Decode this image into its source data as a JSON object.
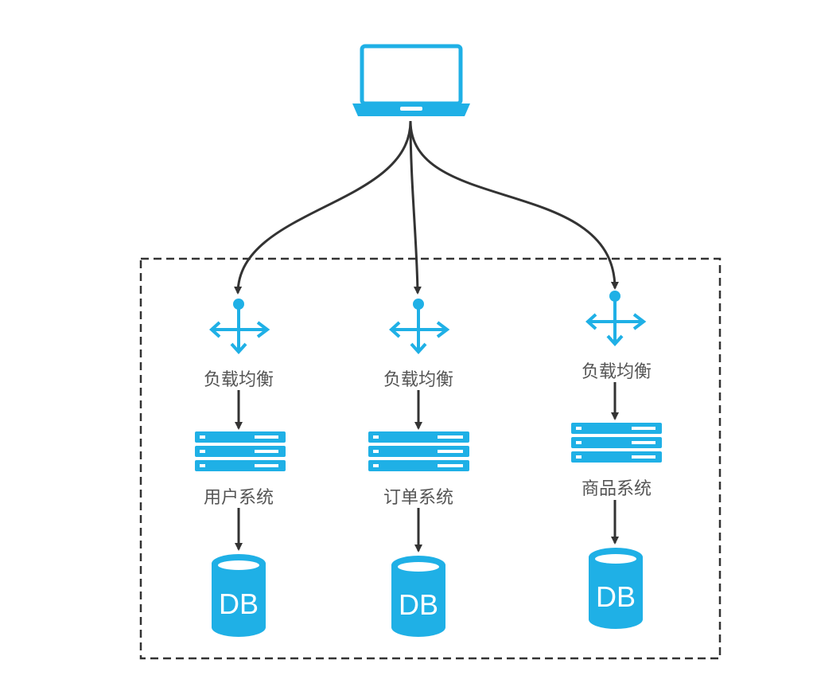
{
  "client": {
    "icon": "laptop-icon"
  },
  "columns": [
    {
      "id": "user",
      "lb_label": "负载均衡",
      "system_label": "用户系统",
      "db_label": "DB"
    },
    {
      "id": "order",
      "lb_label": "负载均衡",
      "system_label": "订单系统",
      "db_label": "DB"
    },
    {
      "id": "product",
      "lb_label": "负载均衡",
      "system_label": "商品系统",
      "db_label": "DB"
    }
  ],
  "colors": {
    "accent": "#1fb0e6",
    "arrow": "#333333",
    "label": "#555555",
    "boundary": "#333333"
  }
}
